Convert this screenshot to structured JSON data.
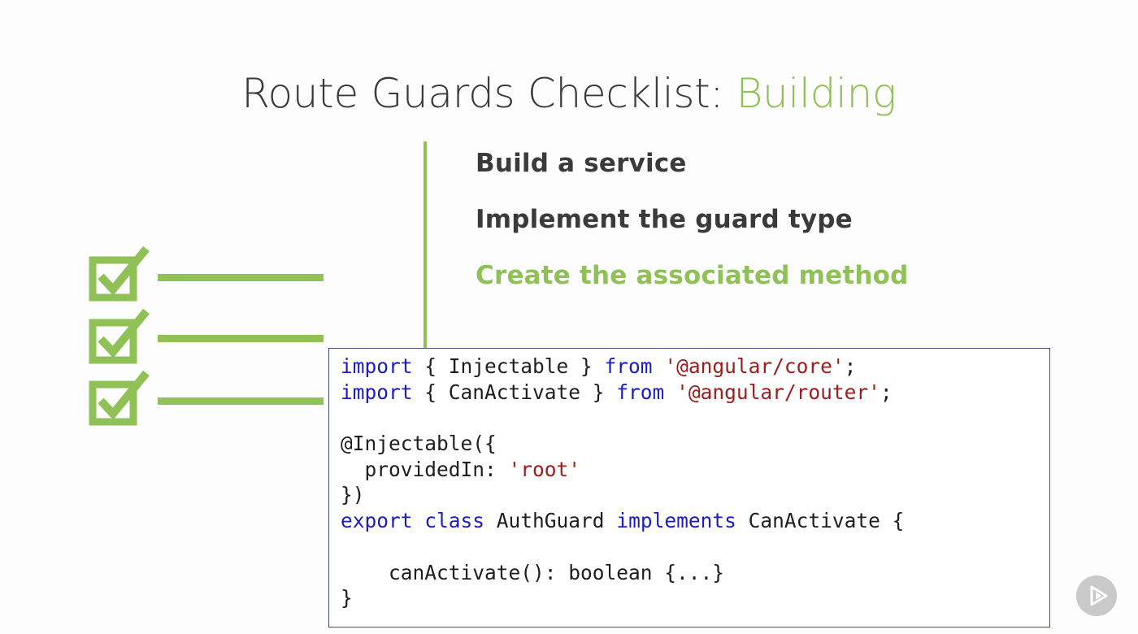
{
  "slide": {
    "title_main": "Route Guards Checklist: ",
    "title_accent": "Building",
    "steps": [
      {
        "label": "Build a service",
        "state": "done"
      },
      {
        "label": "Implement the guard type",
        "state": "done"
      },
      {
        "label": "Create the associated method",
        "state": "current"
      }
    ]
  },
  "code": {
    "line1": {
      "kw1": "import",
      "mid": " { Injectable } ",
      "kw2": "from",
      "str": "'@angular/core'",
      "end": ";"
    },
    "line2": {
      "kw1": "import",
      "mid": " { CanActivate } ",
      "kw2": "from",
      "str": "'@angular/router'",
      "end": ";"
    },
    "line4": {
      "text": "@Injectable({"
    },
    "line5": {
      "prop": "  providedIn: ",
      "str": "'root'"
    },
    "line6": {
      "text": "})"
    },
    "line7": {
      "kw1": "export",
      "kw2": "class",
      "name": " AuthGuard ",
      "kw3": "implements",
      "rest": " CanActivate {"
    },
    "line9": {
      "text": "    canActivate(): boolean {...}"
    },
    "line10": {
      "text": "}"
    }
  },
  "colors": {
    "accent": "#8fc156",
    "heading": "#3a3a3a",
    "keyword": "#1c1cc4",
    "string": "#a01c1c",
    "code_border": "#4b4b7e"
  },
  "icons": {
    "checklist": "checklist-icon",
    "player": "play-icon"
  }
}
